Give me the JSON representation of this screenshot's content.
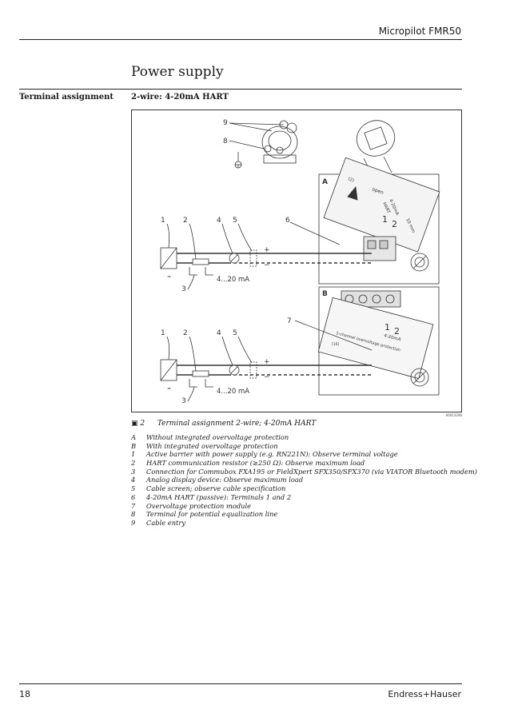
{
  "header": {
    "product": "Micropilot FMR50"
  },
  "page": {
    "title": "Power supply"
  },
  "section": {
    "side_label": "Terminal assignment",
    "subtitle": "2-wire: 4-20mA HART"
  },
  "figure": {
    "id": "A0013296",
    "panel_a": "A",
    "panel_b": "B",
    "callouts_top": [
      "9",
      "8"
    ],
    "callouts_row": [
      "1",
      "2",
      "4",
      "5",
      "6"
    ],
    "callouts_row2": [
      "1",
      "2",
      "4",
      "5",
      "7"
    ],
    "callout_3": "3",
    "current_label": "4...20 mA",
    "plus": "+",
    "minus": "−",
    "terminal_1": "1",
    "terminal_2": "2",
    "module_a_text": [
      "open",
      "4-20mA",
      "HART",
      "10 mm",
      "(2)"
    ],
    "module_b_text": [
      "1-channel overvoltage protection",
      "4-20mA",
      "[16]"
    ]
  },
  "caption": {
    "number": "2",
    "text": "Terminal assignment 2-wire; 4-20mA HART"
  },
  "legend": [
    {
      "key": "A",
      "text": "Without integrated overvoltage protection"
    },
    {
      "key": "B",
      "text": "With integrated overvoltage protection"
    },
    {
      "key": "1",
      "text": "Active barrier with power supply (e.g. RN221N): Observe terminal voltage"
    },
    {
      "key": "2",
      "text": "HART communication resistor (≥250 Ω): Observe maximum load"
    },
    {
      "key": "3",
      "text": "Connection for Commubox FXA195 or FieldXpert SFX350/SFX370 (via VIATOR Bluetooth modem)"
    },
    {
      "key": "4",
      "text": "Analog display device: Observe maximum load"
    },
    {
      "key": "5",
      "text": "Cable screen; observe cable specification"
    },
    {
      "key": "6",
      "text": "4-20mA HART (passive): Terminals 1 and 2"
    },
    {
      "key": "7",
      "text": "Overvoltage protection module"
    },
    {
      "key": "8",
      "text": "Terminal for potential equalization line"
    },
    {
      "key": "9",
      "text": "Cable entry"
    }
  ],
  "footer": {
    "page_number": "18",
    "brand": "Endress+Hauser"
  }
}
